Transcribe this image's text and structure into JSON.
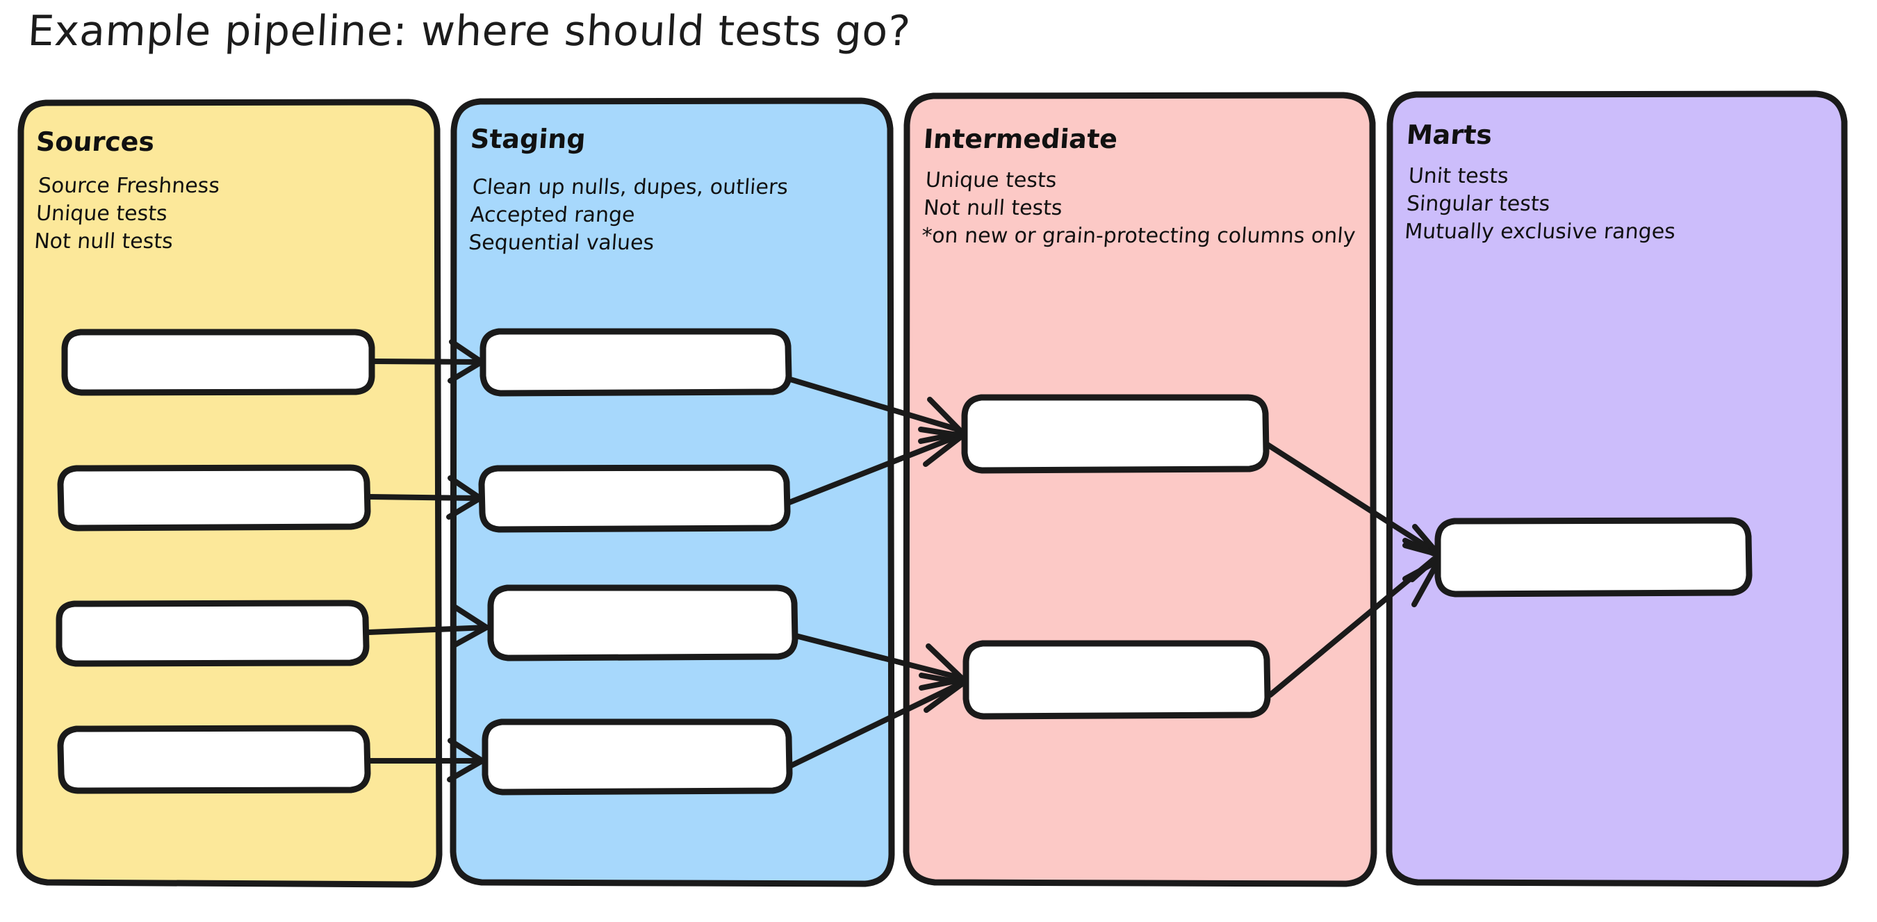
{
  "title": "Example pipeline: where should tests go?",
  "lanes": [
    {
      "id": "sources",
      "heading": "Sources",
      "color": "#FCE89A",
      "lines": [
        "Source Freshness",
        "Unique tests",
        "Not null tests"
      ],
      "nodes": [
        {
          "id": "src-1",
          "label": ""
        },
        {
          "id": "src-2",
          "label": ""
        },
        {
          "id": "src-3",
          "label": ""
        },
        {
          "id": "src-4",
          "label": ""
        }
      ]
    },
    {
      "id": "staging",
      "heading": "Staging",
      "color": "#A7D8FC",
      "lines": [
        "Clean up nulls, dupes, outliers",
        "Accepted range",
        "Sequential values"
      ],
      "nodes": [
        {
          "id": "stg-1",
          "label": ""
        },
        {
          "id": "stg-2",
          "label": ""
        },
        {
          "id": "stg-3",
          "label": ""
        },
        {
          "id": "stg-4",
          "label": ""
        }
      ]
    },
    {
      "id": "intermediate",
      "heading": "Intermediate",
      "color": "#FCC9C6",
      "lines": [
        "Unique tests",
        "Not null tests",
        "*on new or grain-protecting columns only"
      ],
      "nodes": [
        {
          "id": "int-1",
          "label": ""
        },
        {
          "id": "int-2",
          "label": ""
        }
      ]
    },
    {
      "id": "marts",
      "heading": "Marts",
      "color": "#CCBDFB",
      "lines": [
        "Unit tests",
        "Singular tests",
        "Mutually exclusive ranges"
      ],
      "nodes": [
        {
          "id": "mart-1",
          "label": ""
        }
      ]
    }
  ],
  "edges": [
    {
      "from": "src-1",
      "to": "stg-1"
    },
    {
      "from": "src-2",
      "to": "stg-2"
    },
    {
      "from": "src-3",
      "to": "stg-3"
    },
    {
      "from": "src-4",
      "to": "stg-4"
    },
    {
      "from": "stg-1",
      "to": "int-1"
    },
    {
      "from": "stg-2",
      "to": "int-1"
    },
    {
      "from": "stg-3",
      "to": "int-2"
    },
    {
      "from": "stg-4",
      "to": "int-2"
    },
    {
      "from": "int-1",
      "to": "mart-1"
    },
    {
      "from": "int-2",
      "to": "mart-1"
    }
  ],
  "colors": {
    "stroke": "#1a1a1a",
    "node_fill": "#ffffff",
    "background": "#ffffff"
  }
}
